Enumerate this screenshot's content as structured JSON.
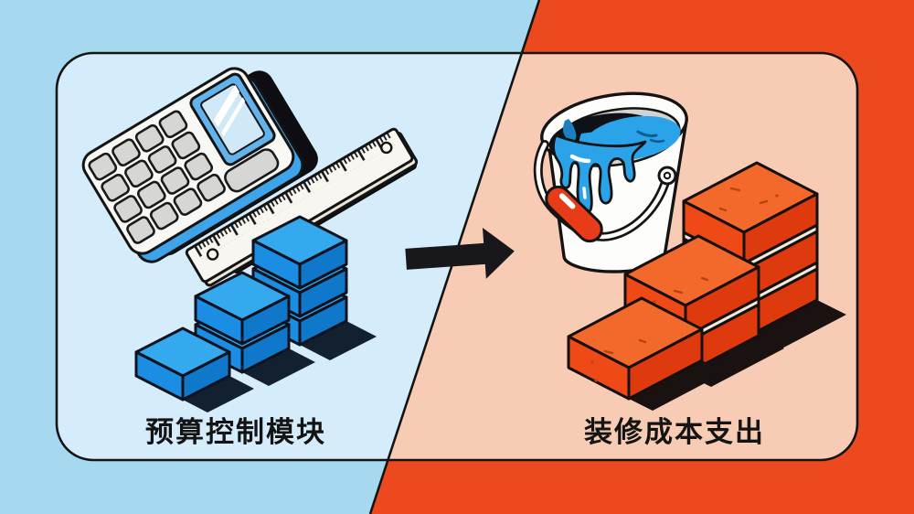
{
  "panel": {
    "border_color": "#141414",
    "divider_style": "diagonal-line"
  },
  "left_section": {
    "label": "预算控制模块",
    "outer_background": "#a6d9f0",
    "panel_background": "#d5edfa",
    "icons": [
      "calculator-icon",
      "ruler-icon",
      "block-stairs-icon"
    ],
    "block_stairs": {
      "stack_counts": [
        1,
        2,
        3
      ],
      "block_top_color": "#34a9ee",
      "block_side_colors": [
        "#1b8de2",
        "#0f78ca"
      ]
    }
  },
  "arrow": {
    "direction": "right",
    "color": "#18181c"
  },
  "right_section": {
    "label": "装修成本支出",
    "outer_background": "#ec4a1e",
    "panel_background": "#f8ccb4",
    "icons": [
      "paint-bucket-icon",
      "brick-stairs-icon"
    ],
    "paint_color": "#2ba3e9",
    "bucket_grip_color": "#e73c17",
    "brick_stairs": {
      "stack_counts": [
        1,
        2,
        3
      ],
      "brick_top_color": "#f3692b",
      "brick_side_colors": [
        "#ee4917",
        "#de3a0e"
      ],
      "mortar_color": "#f2ead8"
    }
  }
}
